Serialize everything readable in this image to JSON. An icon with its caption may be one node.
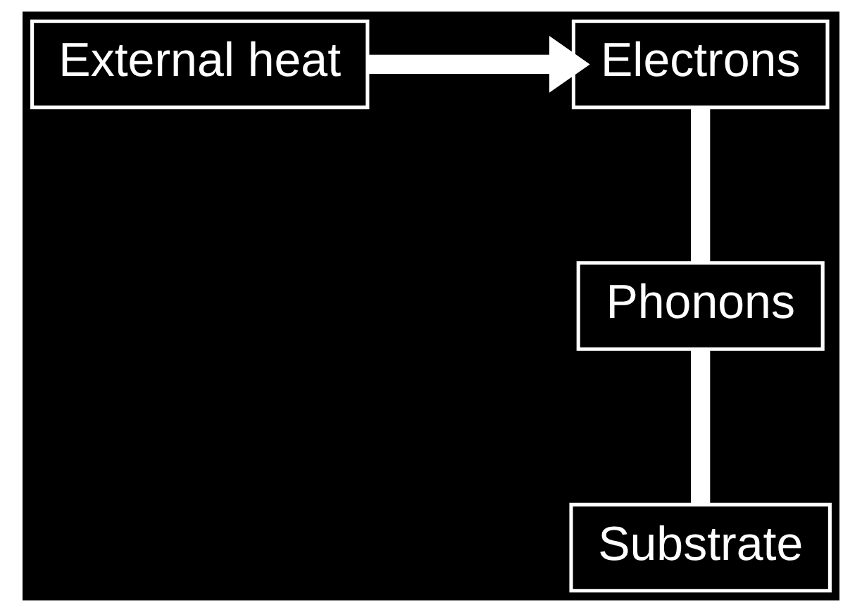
{
  "diagram": {
    "nodes": [
      {
        "text": [
          "External heat"
        ]
      },
      {
        "text": [
          "Electrons"
        ]
      },
      {
        "text": [
          "Phonons"
        ]
      },
      {
        "text": [
          "Substrate"
        ]
      }
    ],
    "edges": [
      {
        "from": 0,
        "to": 1,
        "arrow": "to"
      },
      {
        "from": 1,
        "to": 2,
        "arrow": "none"
      },
      {
        "from": 2,
        "to": 3,
        "arrow": "none"
      }
    ]
  }
}
